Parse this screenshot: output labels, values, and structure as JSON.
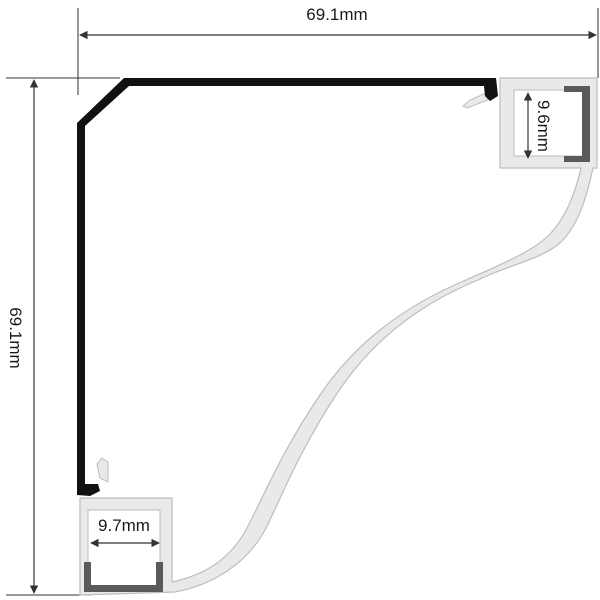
{
  "dimensions": {
    "width_label": "69.1mm",
    "height_label": "69.1mm",
    "top_channel_label": "9.6mm",
    "bottom_channel_label": "9.7mm"
  },
  "colors": {
    "profile_fill": "#e9e9e9",
    "profile_stroke": "#bdbdbd",
    "diffuser": "#111111",
    "channel_clip": "#5a5a5a",
    "dimension_line": "#333333"
  }
}
